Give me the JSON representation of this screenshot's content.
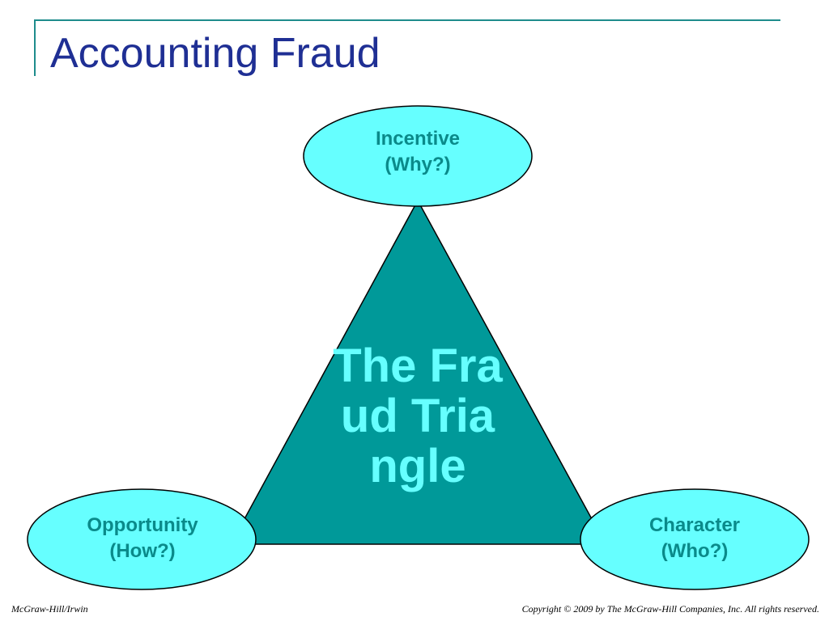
{
  "slide": {
    "title": "Accounting Fraud",
    "footer_left": "McGraw-Hill/Irwin",
    "footer_right": "Copyright © 2009 by The McGraw-Hill Companies, Inc. All rights reserved."
  },
  "diagram": {
    "center_text": "The Fraud Triangle",
    "nodes": {
      "incentive": {
        "line1": "Incentive",
        "line2": "(Why?)"
      },
      "opportunity": {
        "line1": "Opportunity",
        "line2": "(How?)"
      },
      "character": {
        "line1": "Character",
        "line2": "(Who?)"
      }
    }
  },
  "colors": {
    "title": "#1f2f94",
    "rule": "#1e8c8c",
    "triangle_fill": "#009999",
    "triangle_text": "#66ffff",
    "node_fill": "#66ffff",
    "node_text": "#0a8a8a",
    "outline": "#000000"
  }
}
